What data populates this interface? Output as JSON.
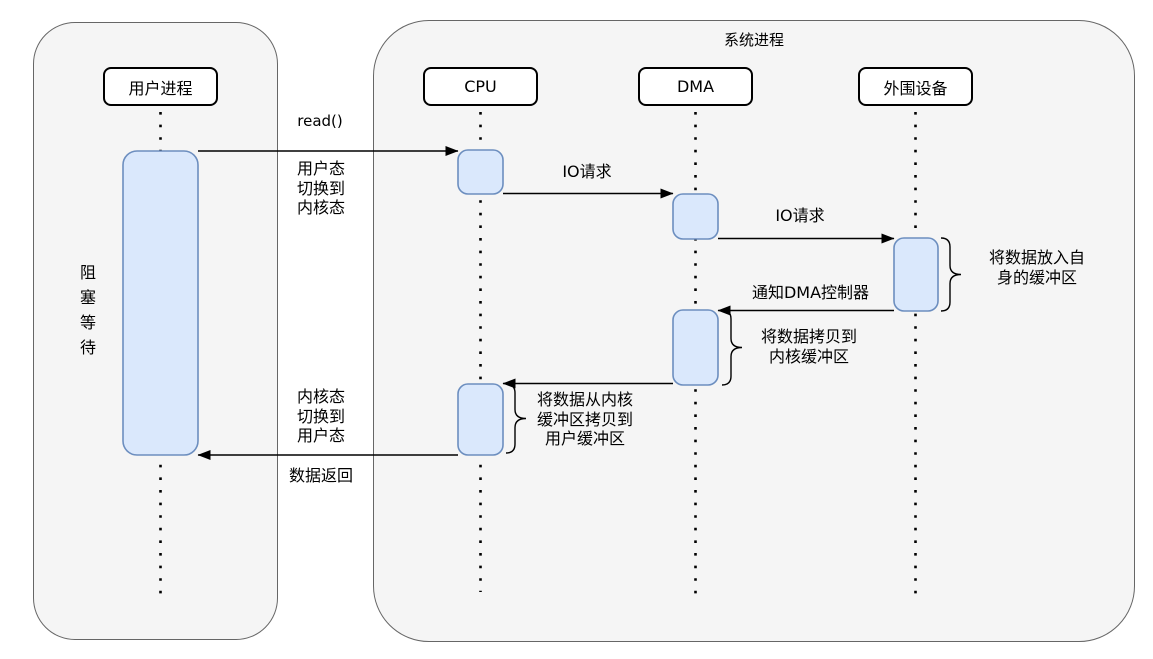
{
  "colors": {
    "container_fill": "#f5f5f5",
    "container_border": "#666666",
    "actor_fill": "#ffffff",
    "actor_border": "#000000",
    "activation_fill": "#dae8fc",
    "activation_border": "#6c8ebf",
    "line_color": "#000000"
  },
  "containers": {
    "system": {
      "title": "系统进程"
    },
    "user": {
      "note": "阻塞等待"
    }
  },
  "actors": [
    {
      "label": "用户进程"
    },
    {
      "label": "CPU"
    },
    {
      "label": "DMA"
    },
    {
      "label": "外围设备"
    }
  ],
  "messages": {
    "read_call": "read()",
    "io_request_1": "IO请求",
    "io_request_2": "IO请求",
    "notify_dma": "通知DMA控制器",
    "data_return": "数据返回"
  },
  "annotations": {
    "user_to_kernel": "用户态\n切换到\n内核态",
    "kernel_to_user": "内核态\n切换到\n用户态",
    "peripheral_buffer": "将数据放入自\n身的缓冲区",
    "dma_copy": "将数据拷贝到\n内核缓冲区",
    "cpu_copy": "将数据从内核\n缓冲区拷贝到\n用户缓冲区"
  }
}
